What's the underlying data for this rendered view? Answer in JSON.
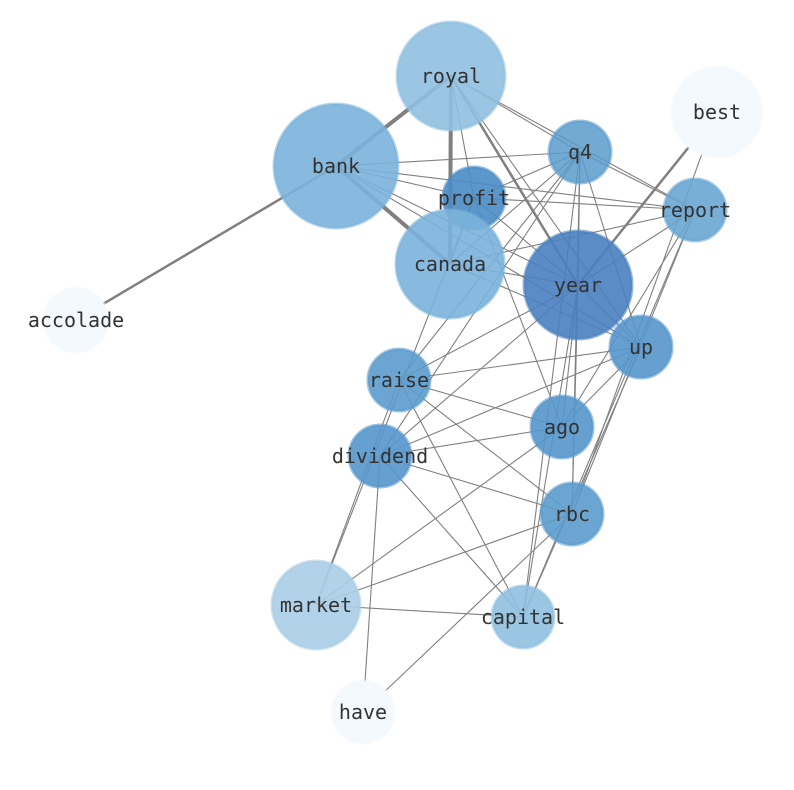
{
  "graph": {
    "nodes": [
      {
        "id": "royal",
        "label": "royal",
        "fill": "#8fc0e0",
        "opacity": 0.9
      },
      {
        "id": "bank",
        "label": "bank",
        "fill": "#7ab3da",
        "opacity": 0.9
      },
      {
        "id": "q4",
        "label": "q4",
        "fill": "#5b9bcd",
        "opacity": 0.85
      },
      {
        "id": "best",
        "label": "best",
        "fill": "#f4f9fe",
        "opacity": 1
      },
      {
        "id": "profit",
        "label": "profit",
        "fill": "#4a8cc6",
        "opacity": 0.9
      },
      {
        "id": "report",
        "label": "report",
        "fill": "#69a6d3",
        "opacity": 0.9
      },
      {
        "id": "canada",
        "label": "canada",
        "fill": "#7ab3da",
        "opacity": 0.9
      },
      {
        "id": "year",
        "label": "year",
        "fill": "#4a80bf",
        "opacity": 0.9
      },
      {
        "id": "accolade",
        "label": "accolade",
        "fill": "#f4f9fe",
        "opacity": 1
      },
      {
        "id": "up",
        "label": "up",
        "fill": "#5596cb",
        "opacity": 0.9
      },
      {
        "id": "raise",
        "label": "raise",
        "fill": "#5b9bcd",
        "opacity": 0.9
      },
      {
        "id": "ago",
        "label": "ago",
        "fill": "#5596cb",
        "opacity": 0.9
      },
      {
        "id": "dividend",
        "label": "dividend",
        "fill": "#5596cb",
        "opacity": 0.9
      },
      {
        "id": "rbc",
        "label": "rbc",
        "fill": "#5b9bcd",
        "opacity": 0.9
      },
      {
        "id": "market",
        "label": "market",
        "fill": "#a9cde5",
        "opacity": 0.9
      },
      {
        "id": "capital",
        "label": "capital",
        "fill": "#8fc0e0",
        "opacity": 0.9
      },
      {
        "id": "have",
        "label": "have",
        "fill": "#f4f9fe",
        "opacity": 1
      }
    ],
    "edges": [
      {
        "source": "royal",
        "target": "bank",
        "weight": 4
      },
      {
        "source": "royal",
        "target": "canada",
        "weight": 4
      },
      {
        "source": "royal",
        "target": "year",
        "weight": 2.5
      },
      {
        "source": "royal",
        "target": "q4",
        "weight": 1
      },
      {
        "source": "royal",
        "target": "report",
        "weight": 1
      },
      {
        "source": "royal",
        "target": "profit",
        "weight": 1
      },
      {
        "source": "royal",
        "target": "up",
        "weight": 1
      },
      {
        "source": "bank",
        "target": "canada",
        "weight": 4
      },
      {
        "source": "bank",
        "target": "accolade",
        "weight": 2.5
      },
      {
        "source": "bank",
        "target": "q4",
        "weight": 1
      },
      {
        "source": "bank",
        "target": "profit",
        "weight": 1
      },
      {
        "source": "bank",
        "target": "report",
        "weight": 1
      },
      {
        "source": "bank",
        "target": "year",
        "weight": 1
      },
      {
        "source": "bank",
        "target": "up",
        "weight": 1
      },
      {
        "source": "best",
        "target": "year",
        "weight": 2.5
      },
      {
        "source": "best",
        "target": "rbc",
        "weight": 1
      },
      {
        "source": "q4",
        "target": "report",
        "weight": 1
      },
      {
        "source": "q4",
        "target": "canada",
        "weight": 1
      },
      {
        "source": "q4",
        "target": "profit",
        "weight": 1
      },
      {
        "source": "q4",
        "target": "year",
        "weight": 1
      },
      {
        "source": "q4",
        "target": "up",
        "weight": 1
      },
      {
        "source": "q4",
        "target": "raise",
        "weight": 1
      },
      {
        "source": "q4",
        "target": "dividend",
        "weight": 1
      },
      {
        "source": "q4",
        "target": "rbc",
        "weight": 1
      },
      {
        "source": "q4",
        "target": "capital",
        "weight": 1
      },
      {
        "source": "profit",
        "target": "report",
        "weight": 1
      },
      {
        "source": "profit",
        "target": "canada",
        "weight": 1
      },
      {
        "source": "profit",
        "target": "year",
        "weight": 1
      },
      {
        "source": "profit",
        "target": "ago",
        "weight": 1
      },
      {
        "source": "profit",
        "target": "market",
        "weight": 1
      },
      {
        "source": "report",
        "target": "canada",
        "weight": 1
      },
      {
        "source": "report",
        "target": "year",
        "weight": 1
      },
      {
        "source": "report",
        "target": "ago",
        "weight": 1
      },
      {
        "source": "report",
        "target": "rbc",
        "weight": 1
      },
      {
        "source": "report",
        "target": "capital",
        "weight": 1
      },
      {
        "source": "canada",
        "target": "year",
        "weight": 1
      },
      {
        "source": "canada",
        "target": "up",
        "weight": 1
      },
      {
        "source": "year",
        "target": "up",
        "weight": 1
      },
      {
        "source": "year",
        "target": "raise",
        "weight": 1
      },
      {
        "source": "year",
        "target": "dividend",
        "weight": 1
      },
      {
        "source": "year",
        "target": "ago",
        "weight": 1
      },
      {
        "source": "year",
        "target": "rbc",
        "weight": 1
      },
      {
        "source": "year",
        "target": "capital",
        "weight": 1
      },
      {
        "source": "up",
        "target": "raise",
        "weight": 1
      },
      {
        "source": "up",
        "target": "ago",
        "weight": 1
      },
      {
        "source": "up",
        "target": "dividend",
        "weight": 1
      },
      {
        "source": "up",
        "target": "capital",
        "weight": 1
      },
      {
        "source": "raise",
        "target": "ago",
        "weight": 1
      },
      {
        "source": "raise",
        "target": "rbc",
        "weight": 1
      },
      {
        "source": "raise",
        "target": "capital",
        "weight": 1
      },
      {
        "source": "raise",
        "target": "market",
        "weight": 1
      },
      {
        "source": "ago",
        "target": "dividend",
        "weight": 1
      },
      {
        "source": "ago",
        "target": "market",
        "weight": 1
      },
      {
        "source": "dividend",
        "target": "rbc",
        "weight": 1
      },
      {
        "source": "dividend",
        "target": "capital",
        "weight": 1
      },
      {
        "source": "dividend",
        "target": "have",
        "weight": 1
      },
      {
        "source": "rbc",
        "target": "market",
        "weight": 1
      },
      {
        "source": "rbc",
        "target": "have",
        "weight": 1
      },
      {
        "source": "market",
        "target": "capital",
        "weight": 1
      }
    ]
  },
  "colors": {
    "edge": "#808080",
    "label": "#333333",
    "background": "#ffffff"
  }
}
